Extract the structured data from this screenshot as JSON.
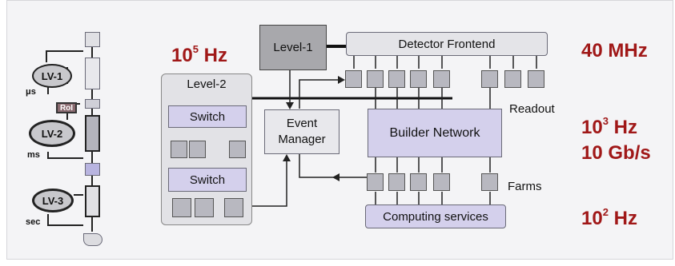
{
  "rates": {
    "l1_rate_base": "10",
    "l1_rate_exp": "5",
    "l1_rate_unit": " Hz",
    "frontend_rate": "40 MHz",
    "builder_rate_base": "10",
    "builder_rate_exp": "3",
    "builder_rate_unit": " Hz",
    "bandwidth": "10 Gb/s",
    "farm_rate_base": "10",
    "farm_rate_exp": "2",
    "farm_rate_unit": " Hz"
  },
  "blocks": {
    "level1": "Level-1",
    "level2": "Level-2",
    "switch_top": "Switch",
    "switch_bottom": "Switch",
    "detector_frontend": "Detector Frontend",
    "event_manager": "Event Manager",
    "builder_network": "Builder Network",
    "computing_services": "Computing services"
  },
  "labels": {
    "readout": "Readout",
    "farms": "Farms"
  },
  "pipeline": {
    "lv1": "LV-1",
    "lv2": "LV-2",
    "lv3": "LV-3",
    "roi": "RoI",
    "unit_us": "μs",
    "unit_ms": "ms",
    "unit_sec": "sec"
  },
  "colors": {
    "rate_text": "#a01818",
    "box_fill": "#dcdce8",
    "inner_box_fill": "#d4d0ec",
    "level1_fill": "#a8a8ac",
    "cell_fill": "#b8b8c0"
  }
}
